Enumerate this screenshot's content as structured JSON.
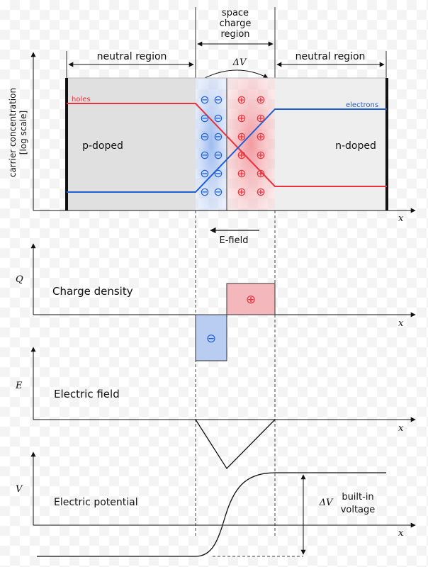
{
  "header": {
    "space_charge_line1": "space",
    "space_charge_line2": "charge",
    "space_charge_line3": "region",
    "neutral_left": "neutral region",
    "neutral_right": "neutral region",
    "delta_v_top": "ΔV"
  },
  "carrier_panel": {
    "ylabel_line1": "carrier concentration",
    "ylabel_line2": "[log scale]",
    "holes_label": "holes",
    "electrons_label": "electrons",
    "p_doped": "p-doped",
    "n_doped": "n-doped",
    "x_label": "x",
    "minus_symbol": "⊖",
    "plus_symbol": "⊕",
    "efield_label": "E-field"
  },
  "charge_panel": {
    "axis": "Q",
    "title": "Charge density",
    "x_label": "x",
    "minus_symbol": "⊖",
    "plus_symbol": "⊕"
  },
  "field_panel": {
    "axis": "E",
    "title": "Electric field",
    "x_label": "x"
  },
  "potential_panel": {
    "axis": "V",
    "title": "Electric potential",
    "x_label": "x",
    "delta_v": "ΔV",
    "builtin_line1": "built-in",
    "builtin_line2": "voltage"
  },
  "colors": {
    "holes": "#e8323c",
    "electrons": "#1f5fd6",
    "negative_fill": "#b9cdf2",
    "positive_fill": "#f4b7bb",
    "neutral_fill": "#e2e2e2"
  }
}
